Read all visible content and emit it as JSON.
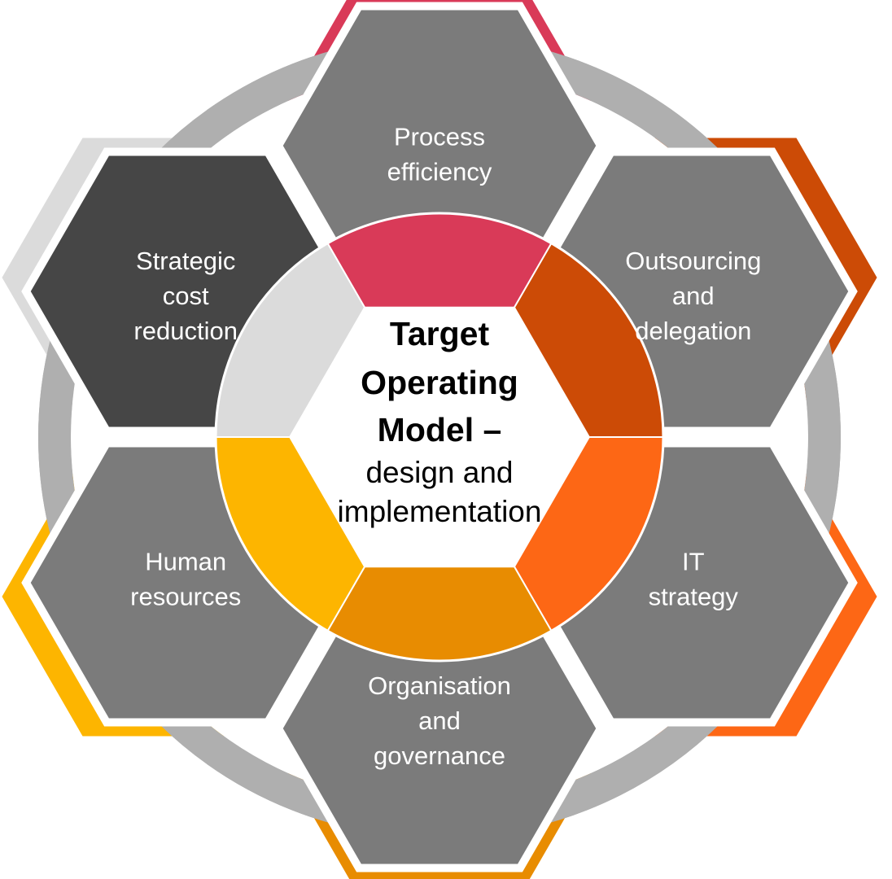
{
  "center": {
    "title_lines": [
      "Target",
      "Operating",
      "Model –"
    ],
    "subtitle_lines": [
      "design and",
      "implementation"
    ]
  },
  "segments": [
    {
      "id": "process-efficiency",
      "lines": [
        "Process",
        "efficiency"
      ],
      "accent": "#D93A58",
      "hex_fill": "#7B7B7B"
    },
    {
      "id": "outsourcing-delegation",
      "lines": [
        "Outsourcing",
        "and",
        "delegation"
      ],
      "accent": "#CC4B06",
      "hex_fill": "#7B7B7B"
    },
    {
      "id": "it-strategy",
      "lines": [
        "IT",
        "strategy"
      ],
      "accent": "#FD6715",
      "hex_fill": "#7B7B7B"
    },
    {
      "id": "organisation-governance",
      "lines": [
        "Organisation",
        "and",
        "governance"
      ],
      "accent": "#E88C01",
      "hex_fill": "#7B7B7B"
    },
    {
      "id": "human-resources",
      "lines": [
        "Human",
        "resources"
      ],
      "accent": "#FDB500",
      "hex_fill": "#7B7B7B"
    },
    {
      "id": "strategic-cost-reduction",
      "lines": [
        "Strategic",
        "cost",
        "reduction"
      ],
      "accent": "#DBDBDB",
      "hex_fill": "#464646"
    }
  ],
  "colors": {
    "outer_ring": "#AFAFAF",
    "center_fill": "#FFFFFF",
    "gap": "#FFFFFF",
    "label_text": "#FFFFFF",
    "center_text": "#000000"
  }
}
